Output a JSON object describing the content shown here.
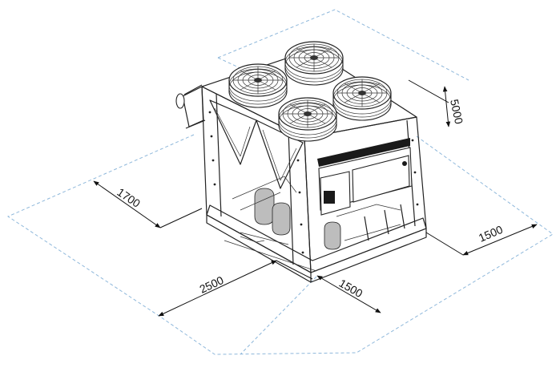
{
  "dimensions": {
    "top_clearance": "5000",
    "left_clearance": "1700",
    "right_clearance": "1500",
    "front_length": "2500",
    "front_width": "1500"
  },
  "colors": {
    "clearance_zone": "#8fb8db",
    "line": "#222222"
  },
  "fan_count": 4
}
